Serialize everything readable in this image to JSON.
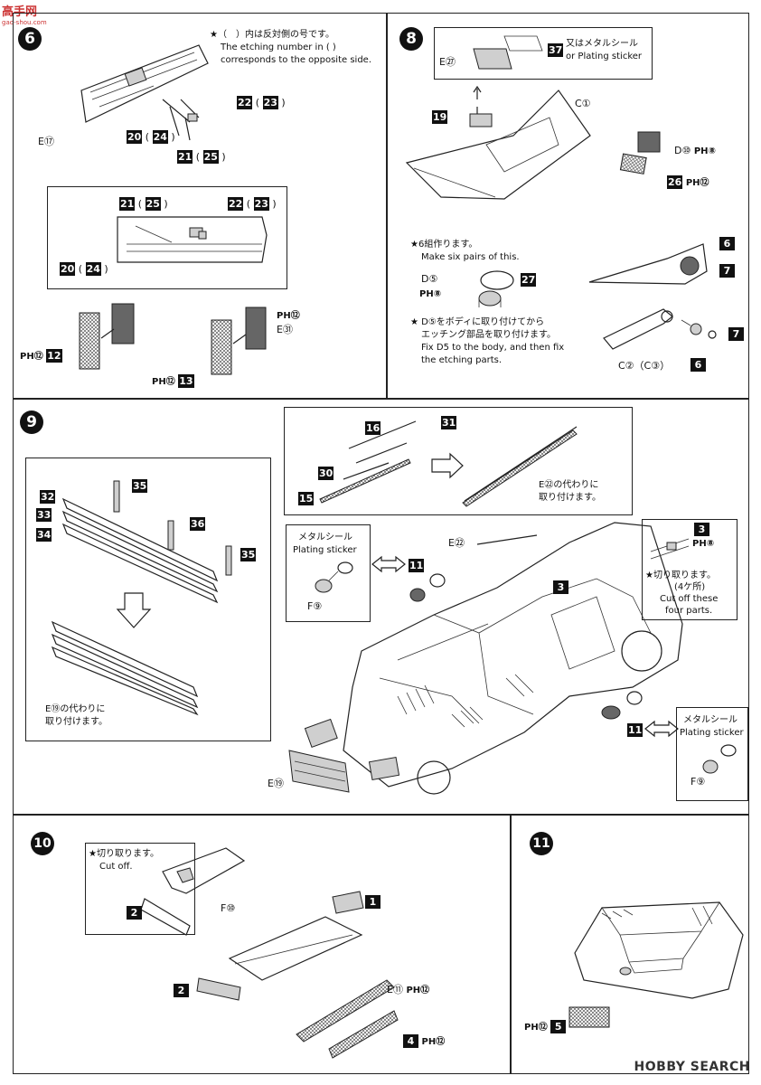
{
  "site_logo": {
    "text": "高手网",
    "sub": "gao-shou.com"
  },
  "watermark": "HOBBY SEARCH",
  "steps": {
    "s6": {
      "num": "6",
      "note_jp": "★（　）内は反対側の号です。",
      "note_en1": "The etching number in (  )",
      "note_en2": "corresponds to the opposite side.",
      "part_e17": "E⑰",
      "p20": "20",
      "p24": "24",
      "p21": "21",
      "p25": "25",
      "p22": "22",
      "p23": "23",
      "ph12a": "PH⑫",
      "p12": "12",
      "ph12b": "PH⑫",
      "p13": "13",
      "ph12c": "PH⑫",
      "e31": "E㉛"
    },
    "s8": {
      "num": "8",
      "sticker_jp": "又はメタルシール",
      "sticker_en": "or Plating sticker",
      "e27": "E㉗",
      "p37": "37",
      "p19": "19",
      "c1": "C①",
      "d10": "D⑩",
      "ph8a": "PH⑧",
      "p26": "26",
      "ph12": "PH⑫",
      "pairs_jp": "★6組作ります。",
      "pairs_en": "Make six pairs of this.",
      "d5": "D⑤",
      "ph8b": "PH⑧",
      "p27": "27",
      "fix_jp1": "★ D⑤をボディに取り付けてから",
      "fix_jp2": "エッチング部品を取り付けます。",
      "fix_en1": "Fix D5 to the body, and then fix",
      "fix_en2": "the etching parts.",
      "p6a": "6",
      "p7a": "7",
      "c2": "C②（C③）",
      "p7b": "7",
      "p6b": "6"
    },
    "s9": {
      "num": "9",
      "p16": "16",
      "p31": "31",
      "p30": "30",
      "p15": "15",
      "e22_jp1": "E㉒の代わりに",
      "e22_jp2": "取り付けます。",
      "p32": "32",
      "p33": "33",
      "p34": "34",
      "p35a": "35",
      "p36": "36",
      "p35b": "35",
      "e19_jp1": "E⑲の代わりに",
      "e19_jp2": "取り付けます。",
      "metal_jp": "メタルシール",
      "metal_en": "Plating sticker",
      "f9a": "F⑨",
      "p11a": "11",
      "e22": "E㉒",
      "p3a": "3",
      "p3b": "3",
      "ph8": "PH⑧",
      "cut_jp1": "★切り取ります。",
      "cut_jp2": "(4ケ所)",
      "cut_en1": "Cut off these",
      "cut_en2": "four parts.",
      "p11b": "11",
      "metal_jp2": "メタルシール",
      "metal_en2": "Plating sticker",
      "f9b": "F⑨",
      "e19": "E⑲"
    },
    "s10": {
      "num": "10",
      "cut_jp": "★切り取ります。",
      "cut_en": "Cut off.",
      "p2a": "2",
      "f10": "F⑩",
      "p1": "1",
      "p2b": "2",
      "e11": "E⑪",
      "ph12a": "PH⑫",
      "p4": "4",
      "ph12b": "PH⑫"
    },
    "s11": {
      "num": "11",
      "ph12": "PH⑫",
      "p5": "5"
    }
  }
}
